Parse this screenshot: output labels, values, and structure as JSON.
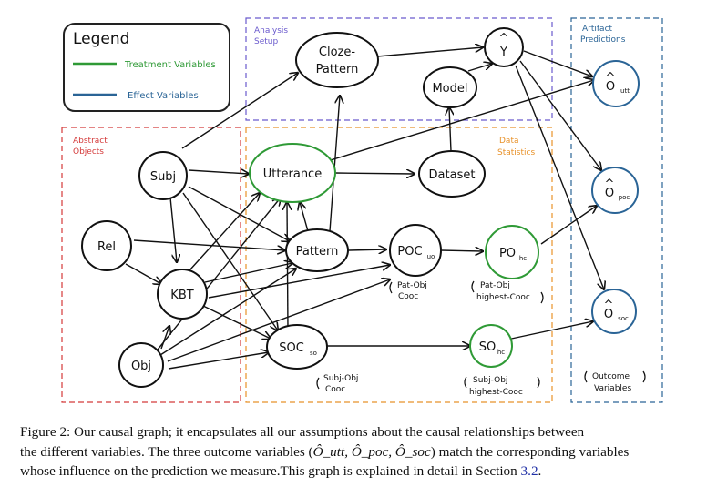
{
  "legend": {
    "title": "Legend",
    "treatment_label": "Treatment Variables",
    "effect_label": "Effect Variables",
    "treatment_color": "#2f9a36",
    "effect_color": "#2a6496"
  },
  "regions": {
    "analysis_setup": {
      "line1": "Analysis",
      "line2": "Setup",
      "color": "#6a5acd"
    },
    "artifact_predictions": {
      "line1": "Artifact",
      "line2": "Predictions",
      "color": "#2a6496"
    },
    "abstract_objects": {
      "line1": "Abstract",
      "line2": "Objects",
      "color": "#d43a3a"
    },
    "data_statistics": {
      "line1": "Data",
      "line2": "Statistics",
      "color": "#e8922a"
    }
  },
  "nodes": {
    "cloze_pattern": {
      "line1": "Cloze-",
      "line2": "Pattern"
    },
    "y_hat": "Y",
    "model": "Model",
    "utterance": "Utterance",
    "dataset": "Dataset",
    "subj": "Subj",
    "rel": "Rel",
    "kbt": "KBT",
    "obj": "Obj",
    "pattern": "Pattern",
    "poc_uo": {
      "main": "POC",
      "sub": "uo"
    },
    "po_hc": {
      "main": "PO",
      "sub": "hc"
    },
    "soc_so": {
      "main": "SOC",
      "sub": "so"
    },
    "so_hc": {
      "main": "SO",
      "sub": "hc"
    },
    "o_utt": {
      "main": "O",
      "sub": "utt"
    },
    "o_poc": {
      "main": "O",
      "sub": "poc"
    },
    "o_soc": {
      "main": "O",
      "sub": "soc"
    }
  },
  "annotations": {
    "pat_obj_cooc": {
      "line1": "Pat-Obj",
      "line2": "Cooc"
    },
    "pat_obj_highest": {
      "line1": "Pat-Obj",
      "line2": "highest-Cooc"
    },
    "subj_obj_cooc": {
      "line1": "Subj-Obj",
      "line2": "Cooc"
    },
    "subj_obj_highest": {
      "line1": "Subj-Obj",
      "line2": "highest-Cooc"
    },
    "outcome_variables": {
      "line1": "Outcome",
      "line2": "Variables"
    }
  },
  "caption": {
    "line1": "Figure 2: Our causal graph; it encapsulates all our assumptions about the causal relationships between",
    "line2_a": "the different variables. The three outcome variables (",
    "line2_math": "Ô_utt, Ô_poc, Ô_soc",
    "line2_b": ") match the corresponding variables",
    "line3_a": "whose influence on the prediction we measure.This graph is explained in detail in Section ",
    "line3_ref": "3.2",
    "line3_end": "."
  }
}
